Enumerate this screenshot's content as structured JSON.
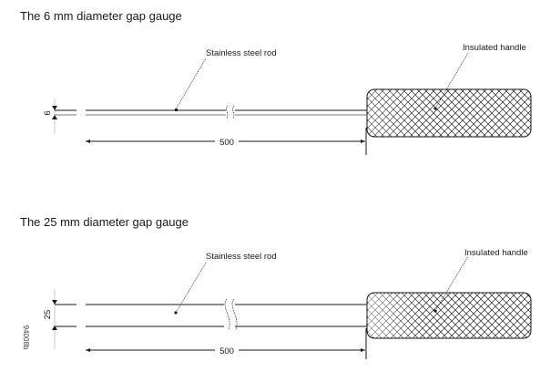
{
  "gauge_6mm": {
    "title": "The 6 mm diameter gap gauge",
    "rod_label": "Stainless steel rod",
    "handle_label": "Insulated handle",
    "diameter_dim": "6",
    "length_dim": "500"
  },
  "gauge_25mm": {
    "title": "The 25 mm diameter gap gauge",
    "rod_label": "Stainless steel rod",
    "handle_label": "Insulated handle",
    "diameter_dim": "25",
    "length_dim": "500"
  },
  "figure_code": "94008b",
  "colors": {
    "line": "#1a1a1a",
    "rod_lower": "#7a7a7a",
    "hatch": "#222222",
    "ext_line": "#c8c8c8"
  }
}
